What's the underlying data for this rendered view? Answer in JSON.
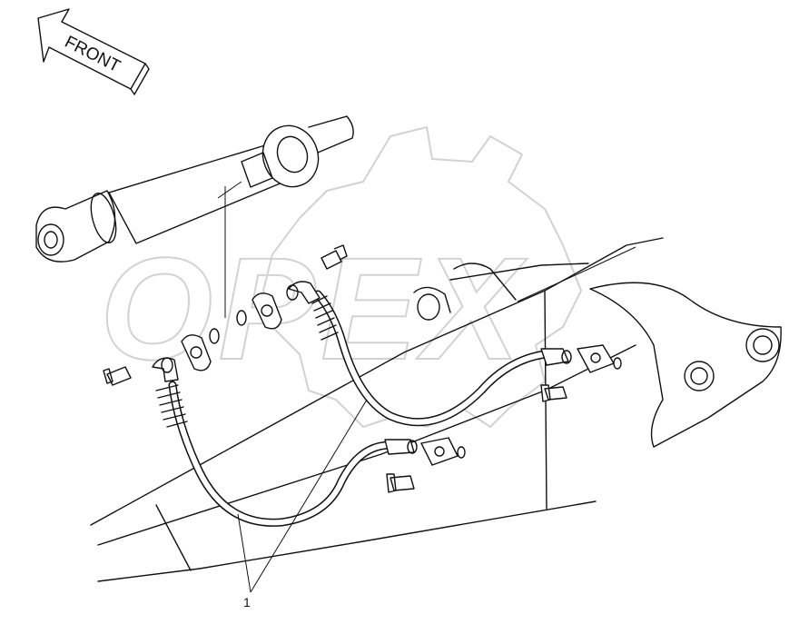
{
  "diagram": {
    "arrow_label": "FRONT",
    "callout_number": "1",
    "corner_code": "",
    "watermark": "OPEX"
  },
  "colors": {
    "line": "#111111",
    "watermark": "#d2d2d2",
    "background": "#ffffff"
  }
}
